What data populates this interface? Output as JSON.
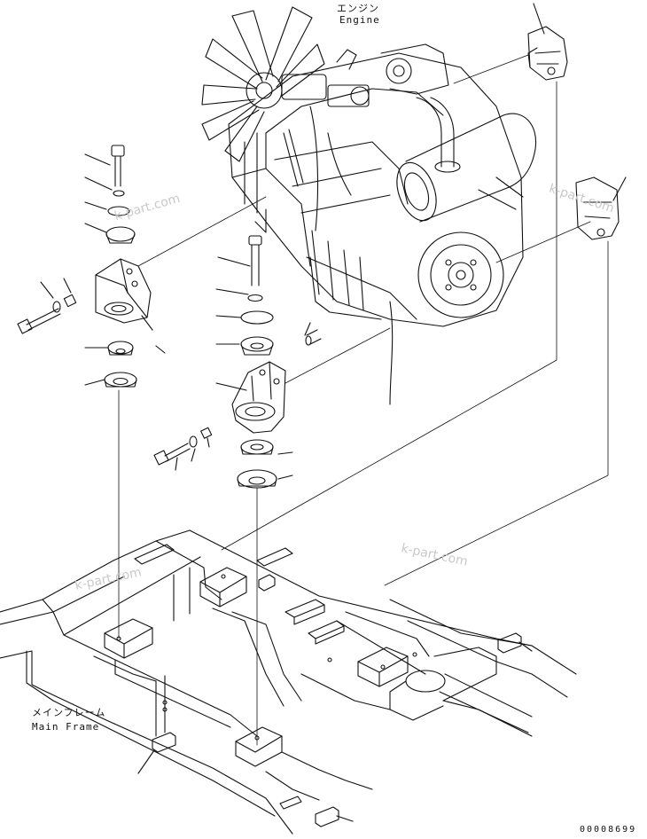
{
  "labels": {
    "engine_jp": "エンジン",
    "engine_en": "Engine",
    "frame_jp": "メインフレーム",
    "frame_en": "Main Frame",
    "drawing_number": "00008699"
  },
  "watermark": "k-part.com",
  "colors": {
    "line": "#111111",
    "background": "#ffffff",
    "watermark": "#c9c9c9"
  }
}
